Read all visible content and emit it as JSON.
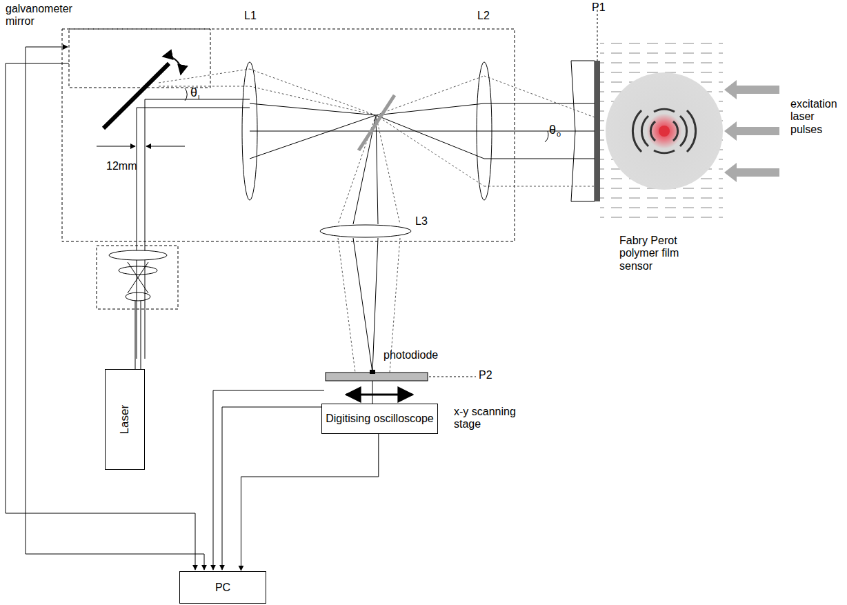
{
  "diagram": {
    "nodes": [
      {
        "text": [
          "Laser"
        ]
      },
      {
        "text": [
          "Digitising oscilloscope"
        ]
      },
      {
        "text": [
          "PC"
        ]
      }
    ],
    "edges": [
      {
        "from": 1,
        "to": 2,
        "arrow": "to"
      }
    ],
    "labels": [
      "galvanometer mirror",
      "θ",
      "ι",
      "L1",
      "L2",
      "θ",
      "o",
      "P1",
      "12mm",
      "excitation laser pulses",
      "L3",
      "Fabry Perot polymer film sensor",
      "photodiode",
      "P2",
      "x-y scanning stage"
    ]
  }
}
